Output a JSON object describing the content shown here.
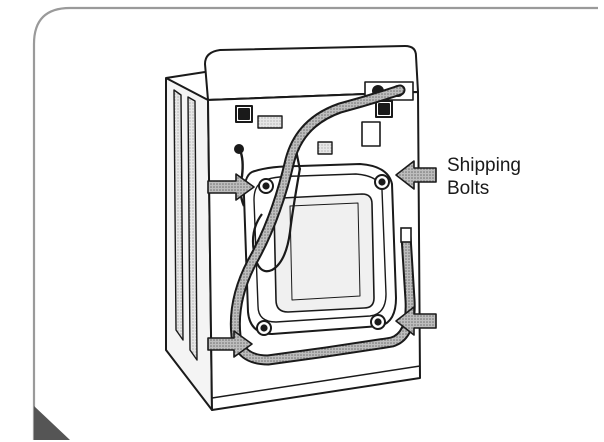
{
  "diagram": {
    "callout": {
      "line1": "Shipping",
      "line2": "Bolts"
    },
    "colors": {
      "panel_border": "#8c8c8c",
      "panel_corner": "#5a5a5a",
      "line": "#1a1a1a",
      "hose_fill": "#b8b8b8",
      "arrow_fill": "#3a3a3a",
      "body_shade": "#d8d8d8"
    },
    "icons": [
      "washer-rear-illustration",
      "shipping-bolt-arrow",
      "drain-hose",
      "water-inlet-valve"
    ]
  }
}
